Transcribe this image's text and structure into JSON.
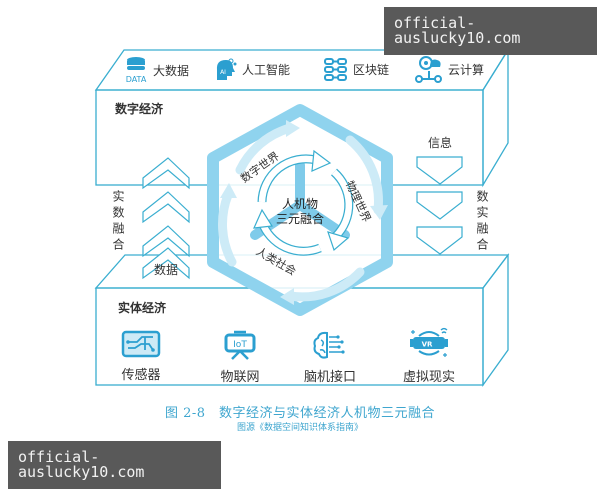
{
  "watermarks": {
    "top": "official-auslucky10.com",
    "bottom": "official-auslucky10.com"
  },
  "digital_economy": {
    "title": "数字经济",
    "technologies": [
      {
        "icon": "data-stack-icon",
        "icon_text": "DATA",
        "label": "大数据"
      },
      {
        "icon": "ai-head-icon",
        "icon_text": "AI",
        "label": "人工智能"
      },
      {
        "icon": "blockchain-icon",
        "label": "区块链"
      },
      {
        "icon": "cloud-computing-icon",
        "label": "云计算"
      }
    ]
  },
  "physical_economy": {
    "title": "实体经济",
    "technologies": [
      {
        "icon": "sensor-circuit-icon",
        "label": "传感器"
      },
      {
        "icon": "iot-screen-icon",
        "icon_text": "IoT",
        "label": "物联网"
      },
      {
        "icon": "brain-interface-icon",
        "label": "脑机接口"
      },
      {
        "icon": "vr-headset-icon",
        "icon_text": "VR",
        "label": "虚拟现实"
      }
    ]
  },
  "flows": {
    "left_label": "实数融合",
    "left_arrow_label": "数据",
    "right_label": "数实融合",
    "right_arrow_label": "信息"
  },
  "center": {
    "line1": "人机物",
    "line2": "三元融合",
    "segments": [
      "数字世界",
      "物理世界",
      "人类社会"
    ]
  },
  "caption": {
    "title": "图 2-8　数字经济与实体经济人机物三元融合",
    "source": "图源《数据空间知识体系指南》"
  },
  "colors": {
    "line": "#3aaed0",
    "hex_ring": "#8fd3ee",
    "caption": "#3fa6cf"
  }
}
